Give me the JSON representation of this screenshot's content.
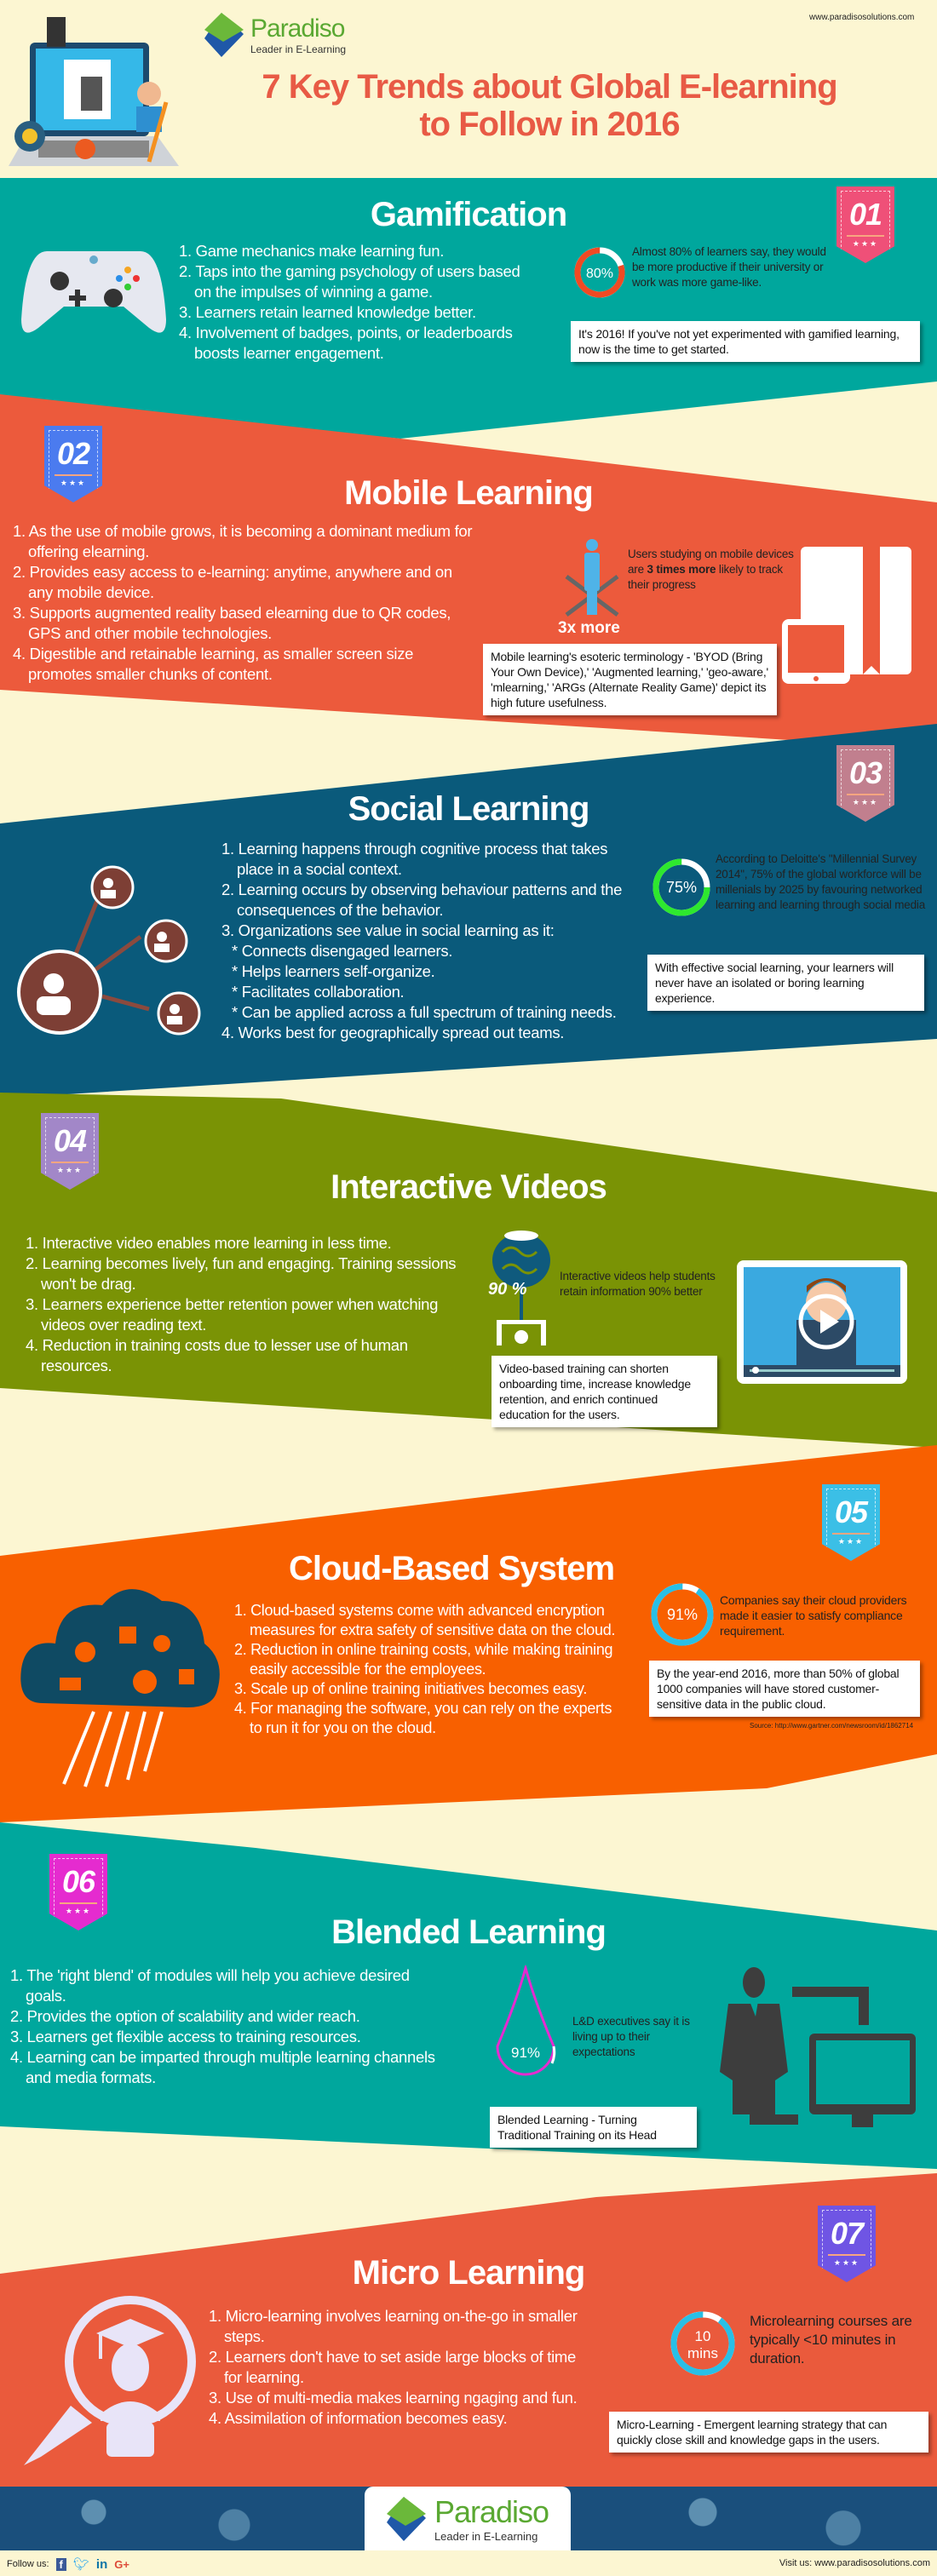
{
  "header": {
    "url": "www.paradisosolutions.com",
    "logo_name": "Paradiso",
    "logo_tagline": "Leader in E-Learning",
    "title_line1": "7 Key Trends about Global E-learning",
    "title_line2": "to Follow in 2016"
  },
  "colors": {
    "cream": "#fcf6d2",
    "teal": "#00a79d",
    "coral": "#ec5a3c",
    "navy": "#0a5a7b",
    "olive": "#7a9305",
    "orange": "#f86000",
    "title_red": "#e85a45"
  },
  "sections": [
    {
      "badge": "01",
      "badge_color": "#ef5078",
      "title": "Gamification",
      "items": [
        "1. Game mechanics make learning fun.",
        "2. Taps into the gaming psychology of users based on the impulses of winning a game.",
        "3. Learners retain learned knowledge better.",
        "4. Involvement of badges, points, or leaderboards boosts learner engagement."
      ],
      "stat_value": "80%",
      "ring_fill": 0.8,
      "ring_color": "#f04a23",
      "stat_text": "Almost 80% of learners say, they would be more productive if their university or work was more game-like.",
      "box_text": "It's 2016! If you've not yet experimented with gamified learning, now is the time to get started.",
      "icon": "game-controller-icon"
    },
    {
      "badge": "02",
      "badge_color": "#4b7bef",
      "title": "Mobile Learning",
      "items": [
        "1. As the use of mobile grows, it is becoming a dominant medium for offering elearning.",
        "2. Provides easy access to e-learning: anytime, anywhere and on any mobile device.",
        "3. Supports augmented reality based elearning due to QR codes, GPS and other mobile technologies.",
        "4. Digestible and retainable learning, as smaller screen size promotes smaller chunks of content."
      ],
      "stat_value": "3x more",
      "stat_text_pre": "Users studying on mobile devices are ",
      "stat_text_bold": "3 times more",
      "stat_text_post": " likely to track their progress",
      "box_text": "Mobile learning's esoteric terminology - 'BYOD (Bring Your Own Device),' 'Augmented learning,' 'geo-aware,' 'mlearning,' 'ARGs (Alternate Reality Game)' depict its high future usefulness.",
      "icon": "tablet-book-icon"
    },
    {
      "badge": "03",
      "badge_color": "#c17f8e",
      "title": "Social Learning",
      "items": [
        "1. Learning happens through cognitive process that takes place in a social context.",
        "2. Learning occurs by observing behaviour patterns and the consequences of the behavior.",
        "3. Organizations see value in social learning as it:",
        "  * Connects disengaged learners.",
        "  * Helps learners self-organize.",
        "  * Facilitates collaboration.",
        "  * Can be applied across a full spectrum of training needs.",
        "4. Works best for geographically spread out teams."
      ],
      "stat_value": "75%",
      "ring_fill": 0.75,
      "ring_color": "#2ee82e",
      "stat_text": "According to Deloitte's \"Millennial Survey 2014\", 75% of the global workforce will be millenials by 2025 by favouring networked learning and learning through social media",
      "box_text": "With effective social learning, your learners will never have an isolated or boring learning experience.",
      "icon": "social-network-icon"
    },
    {
      "badge": "04",
      "badge_color": "#a287c8",
      "title": "Interactive Videos",
      "items": [
        "1. Interactive video enables more learning in less time.",
        "2. Learning becomes lively, fun and engaging. Training sessions won't be drag.",
        "3. Learners experience better retention power when watching videos over reading text.",
        "4. Reduction in training costs due to lesser use of human resources."
      ],
      "stat_value": "90 %",
      "stat_text": "Interactive videos help students retain information 90% better",
      "box_text": "Video-based training can shorten onboarding time, increase knowledge retention, and enrich continued education for the users.",
      "icon": "video-player-icon"
    },
    {
      "badge": "05",
      "badge_color": "#3bbfe6",
      "title": "Cloud-Based System",
      "items": [
        "1. Cloud-based systems come with advanced encryption measures for extra safety of sensitive data on the cloud.",
        "2. Reduction in online training costs, while making training easily accessible for the employees.",
        "3. Scale up of online training initiatives becomes easy.",
        "4. For managing the software, you can rely on the experts to run it for you on the cloud."
      ],
      "stat_value": "91%",
      "ring_fill": 0.91,
      "ring_color": "#28bfe6",
      "stat_text": "Companies say their cloud providers made it easier to satisfy compliance requirement.",
      "box_text": "By the year-end 2016, more than 50% of global 1000 companies will have stored customer-sensitive data in the public cloud.",
      "source": "Source: http://www.gartner.com/newsroom/id/1862714",
      "icon": "cloud-icon"
    },
    {
      "badge": "06",
      "badge_color": "#e52bcf",
      "title": "Blended Learning",
      "items": [
        "1. The 'right blend' of modules will help you achieve desired goals.",
        "2. Provides the option of scalability and wider reach.",
        "3. Learners get flexible access to training resources.",
        "4. Learning can be imparted through multiple learning channels and media formats."
      ],
      "stat_value": "91%",
      "ring_fill": 0.91,
      "stat_text": "L&D executives say it is living up to their expectations",
      "box_text": "Blended Learning - Turning Traditional Training on its Head",
      "icon": "person-monitor-icon"
    },
    {
      "badge": "07",
      "badge_color": "#6f55e4",
      "title": "Micro Learning",
      "items": [
        "1. Micro-learning involves learning on-the-go in smaller steps.",
        "2. Learners don't have to set aside large blocks of time for learning.",
        "3. Use of multi-media makes learning ngaging and fun.",
        "4. Assimilation of information becomes easy."
      ],
      "stat_value_line1": "10",
      "stat_value_line2": "mins",
      "ring_fill": 0.9,
      "ring_color": "#28bfe6",
      "stat_text": "Microlearning courses are typically <10 minutes in duration.",
      "box_text": "Micro-Learning - Emergent learning strategy that can quickly close skill and knowledge gaps in the users.",
      "icon": "magnifier-graduate-icon"
    }
  ],
  "footer": {
    "logo_name": "Paradiso",
    "logo_tagline": "Leader in E-Learning",
    "follow_label": "Follow us:",
    "social": [
      "facebook",
      "twitter",
      "linkedin",
      "google-plus"
    ],
    "visit_label": "Visit us: www.paradisosolutions.com"
  }
}
